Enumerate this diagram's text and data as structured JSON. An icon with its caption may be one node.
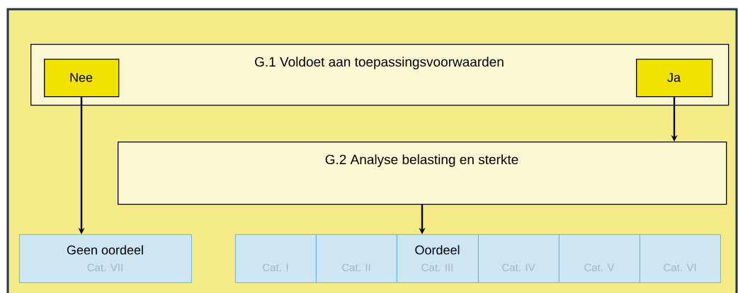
{
  "diagram": {
    "nodes": [
      {
        "text": [
          "G.1  Voldoet aan toepassingsvoorwaarden"
        ]
      },
      {
        "text": [
          "Nee"
        ],
        "in": 0
      },
      {
        "text": [
          "Ja"
        ],
        "in": 0
      },
      {
        "text": [
          "G.2  Analyse belasting en sterkte"
        ]
      },
      {
        "text": [
          "Geen oordeel",
          "Cat. VII"
        ]
      },
      {
        "text": [
          "Cat. I"
        ]
      },
      {
        "text": [
          "Cat. II"
        ]
      },
      {
        "text": [
          "Oordeel",
          "Cat. III"
        ]
      },
      {
        "text": [
          "Cat. IV"
        ]
      },
      {
        "text": [
          "Cat. V"
        ]
      },
      {
        "text": [
          "Cat. VI"
        ]
      }
    ],
    "edges": [
      {
        "from": 1,
        "to": 4,
        "arrow": "to"
      },
      {
        "from": 2,
        "to": 3,
        "arrow": "to"
      },
      {
        "from": 3,
        "to": 7,
        "arrow": "to"
      }
    ]
  }
}
